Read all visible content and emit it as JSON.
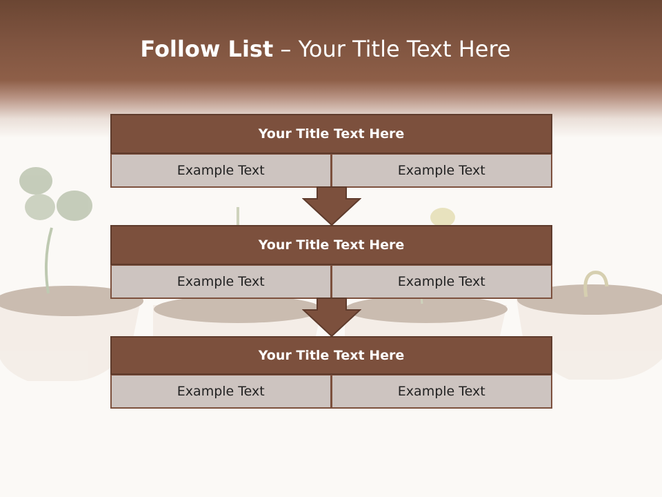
{
  "slide": {
    "title_bold": "Follow List",
    "title_rest": "– Your Title Text Here"
  },
  "steps": [
    {
      "title": "Your Title Text Here",
      "cells": [
        "Example Text",
        "Example Text"
      ]
    },
    {
      "title": "Your Title Text Here",
      "cells": [
        "Example Text",
        "Example Text"
      ]
    },
    {
      "title": "Your Title Text Here",
      "cells": [
        "Example Text",
        "Example Text"
      ]
    }
  ],
  "colors": {
    "accent": "#7c503d",
    "accent_dark": "#5e3b2c",
    "cell_fill": "#cdc4c0",
    "header": "#8e5f48"
  }
}
